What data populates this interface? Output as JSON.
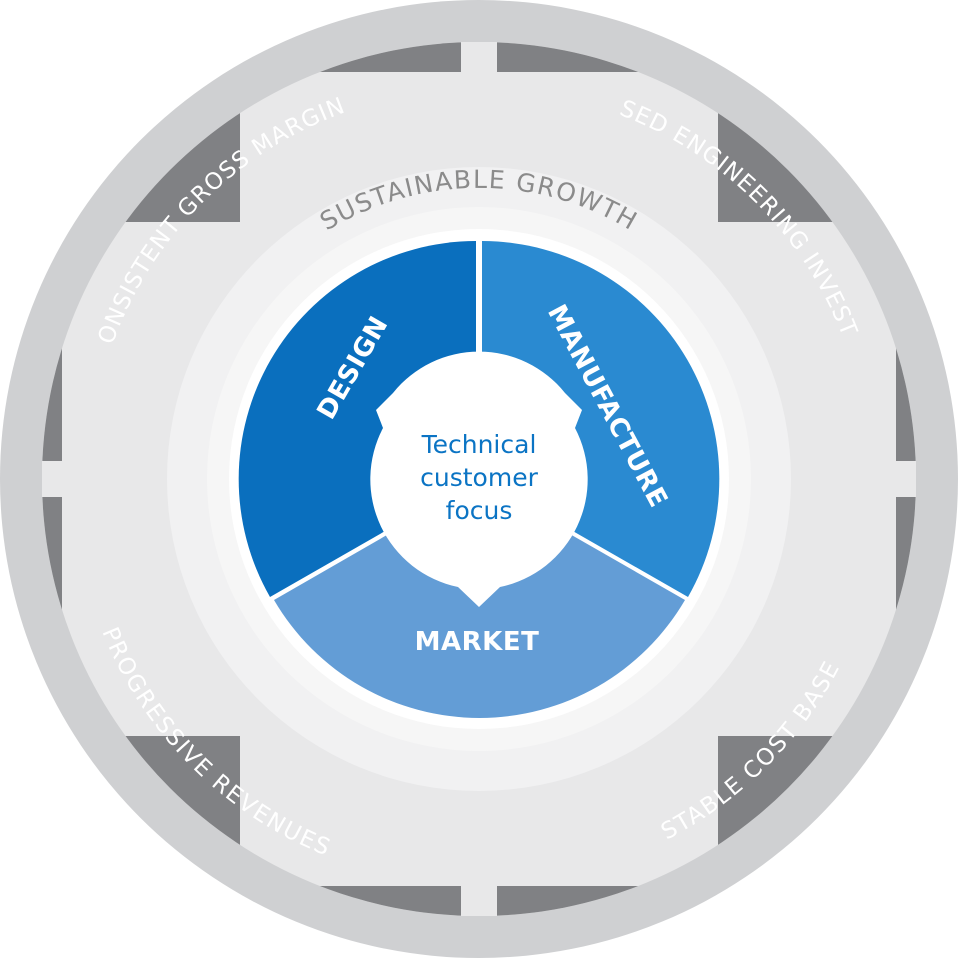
{
  "diagram": {
    "outer_labels": {
      "top_left": "CONSISTENT GROSS MARGINS",
      "top_right": "FOCUSED ENGINEERING INVESTMENT",
      "bottom_left": "PROGRESSIVE REVENUES",
      "bottom_right": "STABLE COST BASE"
    },
    "ring_label": "SUSTAINABLE GROWTH",
    "segments": {
      "design": "DESIGN",
      "manufacture": "MANUFACTURE",
      "market": "MARKET"
    },
    "core": {
      "line1": "Technical",
      "line2": "customer",
      "line3": "focus"
    },
    "colors": {
      "outer_ring": "#cfd0d2",
      "dark_band": "#808184",
      "light_ring": "#f0f0f0",
      "design": "#0a6fbe",
      "manufacture": "#2a8ad1",
      "market": "#639dd6",
      "core_text": "#0b74c4"
    }
  }
}
